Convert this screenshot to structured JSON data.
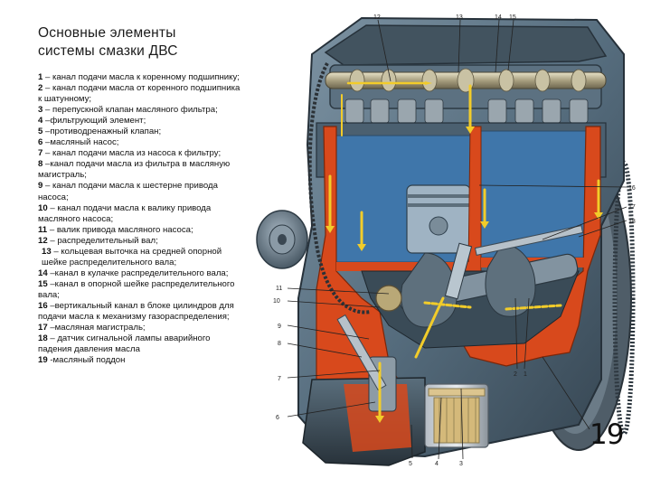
{
  "title_line1": "Основные  элементы",
  "title_line2": "системы смазки ДВС",
  "legend": [
    {
      "num": "1",
      "text": " – канал подачи масла к коренному подшипнику;"
    },
    {
      "num": "2",
      "text": " – канал подачи масла от коренного подшипника к шатунному;"
    },
    {
      "num": "3",
      "text": " – перепускной клапан масляного фильтра;"
    },
    {
      "num": "4",
      "text": " –фильтрующий элемент;"
    },
    {
      "num": "5",
      "text": " –противодренажный клапан;"
    },
    {
      "num": "6",
      "text": " –масляный насос;"
    },
    {
      "num": "7",
      "text": " – канал подачи масла из насоса к фильтру;"
    },
    {
      "num": "8",
      "text": " –канал подачи масла из фильтра в масляную магистраль;"
    },
    {
      "num": "9",
      "text": " – канал подачи масла к шестерне привода насоса;"
    },
    {
      "num": "10",
      "text": " – канал подачи масла к валику привода масляного насоса;"
    },
    {
      "num": "11",
      "text": " – валик привода масляного насоса;"
    },
    {
      "num": "12",
      "text": " – распределительный вал;"
    },
    {
      "num": "13",
      "text": " – кольцевая выточка на средней опорной шейке распределительного вала;",
      "indent": true
    },
    {
      "num": "14",
      "text": " –канал в кулачке распределительного вала;"
    },
    {
      "num": "15",
      "text": " –канал в опорной шейке распределительного вала;"
    },
    {
      "num": "16",
      "text": " –вертикальный канал в блоке цилиндров для подачи масла к механизму газораспределения;"
    },
    {
      "num": "17",
      "text": " –масляная магистраль;"
    },
    {
      "num": "18",
      "text": " – датчик сигнальной лампы аварийного падения давления масла"
    },
    {
      "num": "19",
      "text": " -масляный поддон"
    }
  ],
  "callouts": {
    "c12": "12",
    "c13": "13",
    "c14": "14",
    "c15": "15",
    "c16": "16",
    "c17": "17",
    "c18": "18",
    "c11": "11",
    "c10": "10",
    "c9": "9",
    "c8": "8",
    "c7": "7",
    "c6": "6",
    "c5": "5",
    "c4": "4",
    "c3": "3",
    "c2": "2",
    "c1": "1"
  },
  "big_label": "19",
  "colors": {
    "metal": "#5d7587",
    "metal_dark": "#3a4c5a",
    "cutaway_red": "#d8491c",
    "oil_yellow": "#f2cc2a",
    "interior_blue": "#4f86b8"
  }
}
